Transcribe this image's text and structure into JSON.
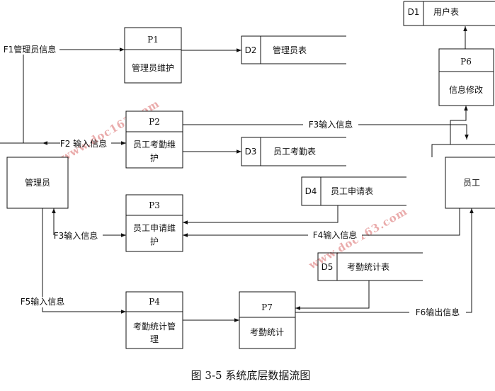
{
  "processes": {
    "p1": {
      "id": "P1",
      "name": "管理员维护"
    },
    "p2": {
      "id": "P2",
      "name_line1": "员工考勤维",
      "name_line2": "护"
    },
    "p3": {
      "id": "P3",
      "name_line1": "员工申请维",
      "name_line2": "护"
    },
    "p4": {
      "id": "P4",
      "name_line1": "考勤统计管",
      "name_line2": "理"
    },
    "p6": {
      "id": "P6",
      "name": "信息修改"
    },
    "p7": {
      "id": "P7",
      "name": "考勤统计"
    }
  },
  "stores": {
    "d1": {
      "id": "D1",
      "name": "用户表"
    },
    "d2": {
      "id": "D2",
      "name": "管理员表"
    },
    "d3": {
      "id": "D3",
      "name": "员工考勤表"
    },
    "d4": {
      "id": "D4",
      "name": "员工申请表"
    },
    "d5": {
      "id": "D5",
      "name": "考勤统计表"
    }
  },
  "entities": {
    "admin": "管理员",
    "employee": "员工"
  },
  "flows": {
    "f1": "F1管理员信息",
    "f2": "F2 输入信息",
    "f3_top": "F3输入信息",
    "f3_left": "F3输入信息",
    "f4": "F4输入信息",
    "f5": "F5输入信息",
    "f6": "F6输出信息"
  },
  "watermark": "www.doc163.com",
  "caption": "图 3-5  系统底层数据流图"
}
